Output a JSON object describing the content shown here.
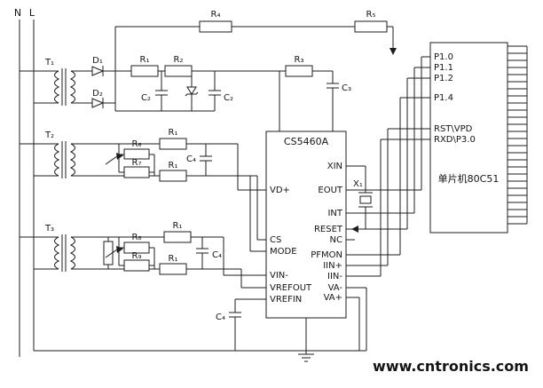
{
  "watermark": {
    "text": "www.cntronics.com",
    "color": "#8CC63F"
  },
  "rails": {
    "n": "N",
    "l": "L"
  },
  "labels": {
    "t1": "T₁",
    "t2": "T₂",
    "t3": "T₃",
    "d1": "D₁",
    "d2": "D₂",
    "r1": "R₁",
    "r2": "R₂",
    "r3": "R₃",
    "r4": "R₄",
    "r5": "R₅",
    "r6": "R₆",
    "r7": "R₇",
    "r8": "R₈",
    "r9": "R₉",
    "c2": "C₂",
    "c3": "C₃",
    "c4": "C₄",
    "x1": "X₁"
  },
  "ic_adc": {
    "title": "CS5460A",
    "left_pins": [
      "VD+",
      "CS",
      "MODE",
      "VIN-",
      "VREFOUT",
      "VREFIN"
    ],
    "right_pins": [
      "XIN",
      "EOUT",
      "INT",
      "RESET",
      "NC",
      "PFMON",
      "IIN+",
      "IIN-",
      "VA-",
      "VA+"
    ]
  },
  "ic_mcu": {
    "title": "单片机80C51",
    "pins": [
      "P1.0",
      "P1.1",
      "P1.2",
      "P1.4",
      "RST\\VPD",
      "RXD\\P3.0"
    ]
  }
}
